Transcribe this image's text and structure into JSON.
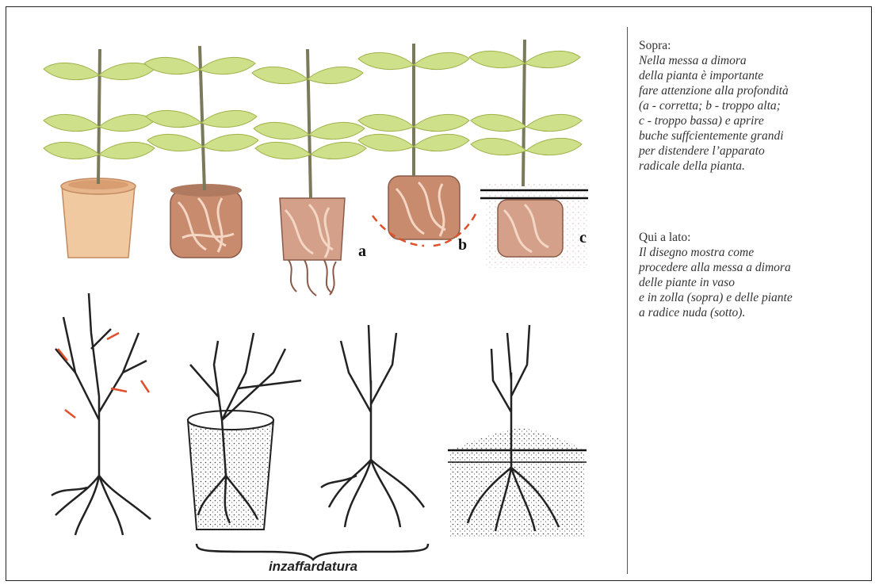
{
  "captions": {
    "top": {
      "heading": "Sopra:",
      "text": "Nella messa a dimora\ndella pianta è importante\nfare attenzione alla profondità\n(a - corretta; b - troppo alta;\nc - troppo bassa) e aprire\nbuche suffcientemente grandi\nper distendere l’apparato\nradicale della pianta."
    },
    "side": {
      "heading": "Qui a lato:",
      "text": "Il disegno mostra come\nprocedere alla messa a dimora\ndelle piante in vaso\ne in zolla (sopra) e delle piante\na radice nuda (sotto)."
    }
  },
  "figure_labels": {
    "a": "a",
    "b": "b",
    "c": "c",
    "brace": "inzaffardatura"
  },
  "colors": {
    "leaf": "#cfe08a",
    "leaf_dark": "#a9c25a",
    "pot": "#e9b98c",
    "rootball": "#c98b6e",
    "stem": "#7a7a5a",
    "red_mark": "#e0502a"
  }
}
